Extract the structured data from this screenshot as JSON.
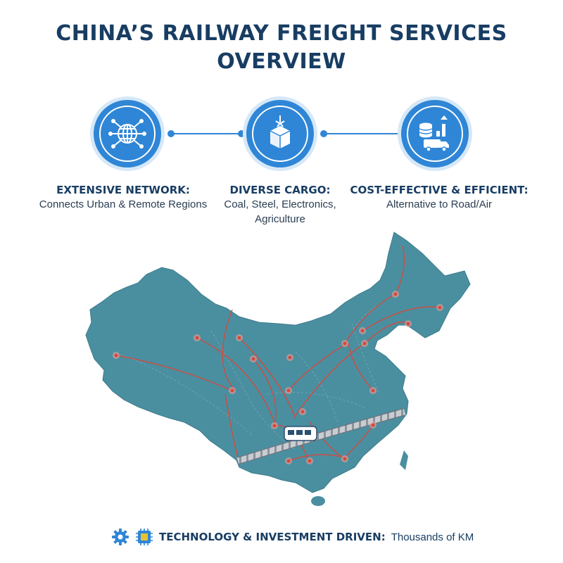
{
  "title": {
    "line1": "CHINA’S RAILWAY FREIGHT SERVICES",
    "line2": "OVERVIEW"
  },
  "features": [
    {
      "icon": "globe-network-icon",
      "heading": "EXTENSIVE NETWORK:",
      "description": [
        "Connects Urban & Remote Regions"
      ]
    },
    {
      "icon": "cargo-box-crane-icon",
      "heading": "DIVERSE CARGO:",
      "description": [
        "Coal, Steel, Electronics,",
        "Agriculture"
      ]
    },
    {
      "icon": "coins-truck-growth-icon",
      "heading": "COST-EFFECTIVE & EFFICIENT:",
      "description": [
        "Alternative to Road/Air"
      ]
    }
  ],
  "footer": {
    "strong": "TECHNOLOGY & INVESTMENT DRIVEN:",
    "rest": "Thousands of KM",
    "icons": [
      "gear-icon",
      "chip-icon"
    ]
  },
  "colors": {
    "title": "#183d63",
    "accent_blue": "#2f86d6",
    "map_fill": "#4a8fa0",
    "route_red": "#d9483b",
    "railway_track": "#c9cdd2"
  },
  "map": {
    "icon": "freight-train-icon"
  }
}
